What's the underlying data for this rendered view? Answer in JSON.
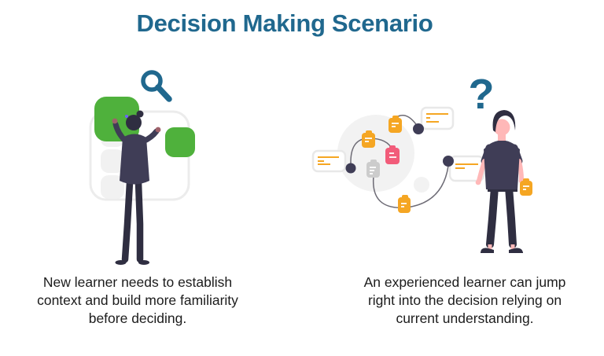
{
  "title": {
    "text": "Decision Making Scenario"
  },
  "left_panel": {
    "name": "new-learner-scenario",
    "illustration": "woman-reviewing-checklist-with-magnifier",
    "caption": "New learner needs to establish context and build more familiarity before deciding.",
    "caption_lines": [
      "New learner needs to establish",
      "context and build more familiarity",
      "before deciding."
    ]
  },
  "right_panel": {
    "name": "experienced-learner-scenario",
    "illustration": "man-with-connected-knowledge-documents",
    "caption": "An experienced learner can jump right into the decision relying on current understanding.",
    "caption_lines": [
      "An experienced learner can jump",
      "right into the decision relying on",
      "current understanding."
    ]
  },
  "icons": {
    "magnifier": "search-magnifier",
    "question_mark": "?"
  },
  "colors": {
    "accent_teal": "#20688E",
    "accent_green": "#4FB13C",
    "accent_orange": "#F5A623",
    "accent_pink": "#F25C7A",
    "figure_dark": "#2F2E41",
    "figure_mid": "#3F3D56",
    "skin_light": "#FFB8B8",
    "skin_dark": "#9F616A",
    "hair_accent": "#6C63FF",
    "soft_gray": "#F2F2F2",
    "line_gray": "#6D6B75",
    "caption_text": "#1C1C1C"
  }
}
